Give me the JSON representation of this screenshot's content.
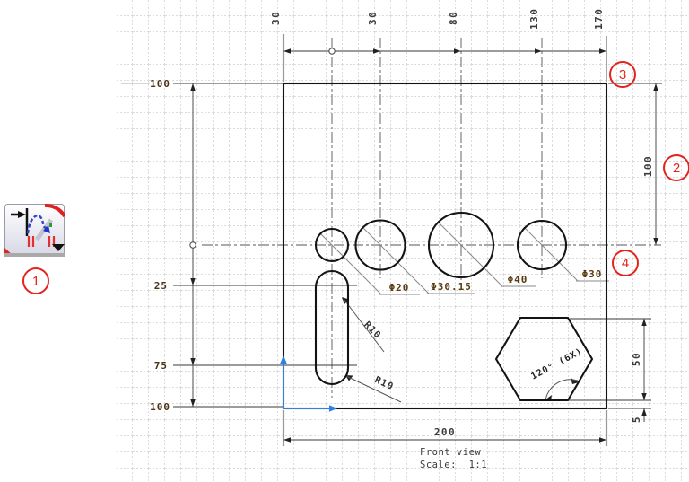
{
  "drawing": {
    "top_ordinates": [
      "30",
      "30",
      "80",
      "130",
      "170"
    ],
    "left_ordinates": [
      "100",
      "25",
      "75",
      "100"
    ],
    "right_dimensions": {
      "side_height": "100",
      "hex_height": "50",
      "hex_bottom_offset": "5"
    },
    "bottom_dimension": "200",
    "diameter_labels": [
      "Φ20",
      "Φ30.15",
      "Φ40",
      "Φ30"
    ],
    "radius_labels": [
      "R10",
      "R10"
    ],
    "angle_label": "120° (6X)",
    "caption": {
      "title": "Front view",
      "scale": "Scale:  1:1"
    }
  },
  "annotations": {
    "items": [
      {
        "label": "1"
      },
      {
        "label": "2"
      },
      {
        "label": "3"
      },
      {
        "label": "4"
      }
    ]
  },
  "icons": {
    "toolbar_button": "spline-arrow-tool-icon"
  },
  "colors": {
    "annotation_red": "#e3231c",
    "axis_blue": "#2f80e0",
    "geometry_dark": "#141414",
    "dim_text": "#3b3b3b",
    "diameter_text": "#5a3a10"
  }
}
